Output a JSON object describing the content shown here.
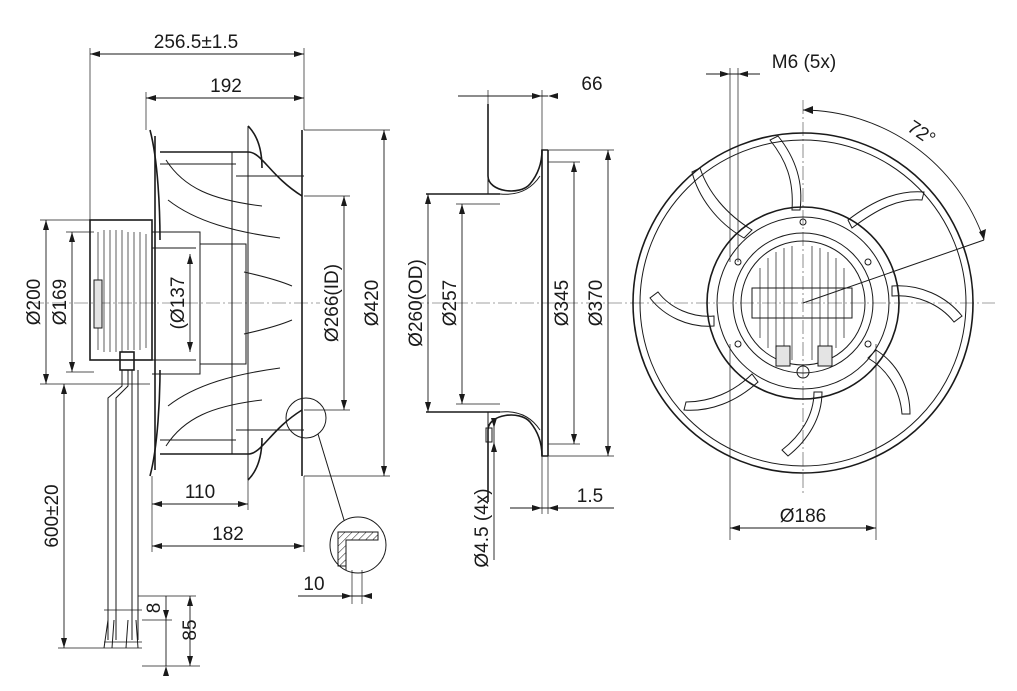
{
  "dimensions": {
    "overall_length": "256.5±1.5",
    "length_192": "192",
    "length_110": "110",
    "length_182": "182",
    "dia_200": "Ø200",
    "dia_169": "Ø169",
    "dia_137": "(Ø137",
    "dia_266_id": "Ø266(ID)",
    "dia_420": "Ø420",
    "cable_length": "600±20",
    "cable_8": "8",
    "cable_85": "85",
    "detail_10": "10",
    "ring_66": "66",
    "ring_260_od": "Ø260(OD)",
    "ring_257": "Ø257",
    "ring_345": "Ø345",
    "ring_370": "Ø370",
    "ring_45_4x": "Ø4.5 (4x)",
    "ring_15": "1.5",
    "front_m6": "M6 (5x)",
    "front_72": "72°",
    "front_186": "Ø186"
  }
}
